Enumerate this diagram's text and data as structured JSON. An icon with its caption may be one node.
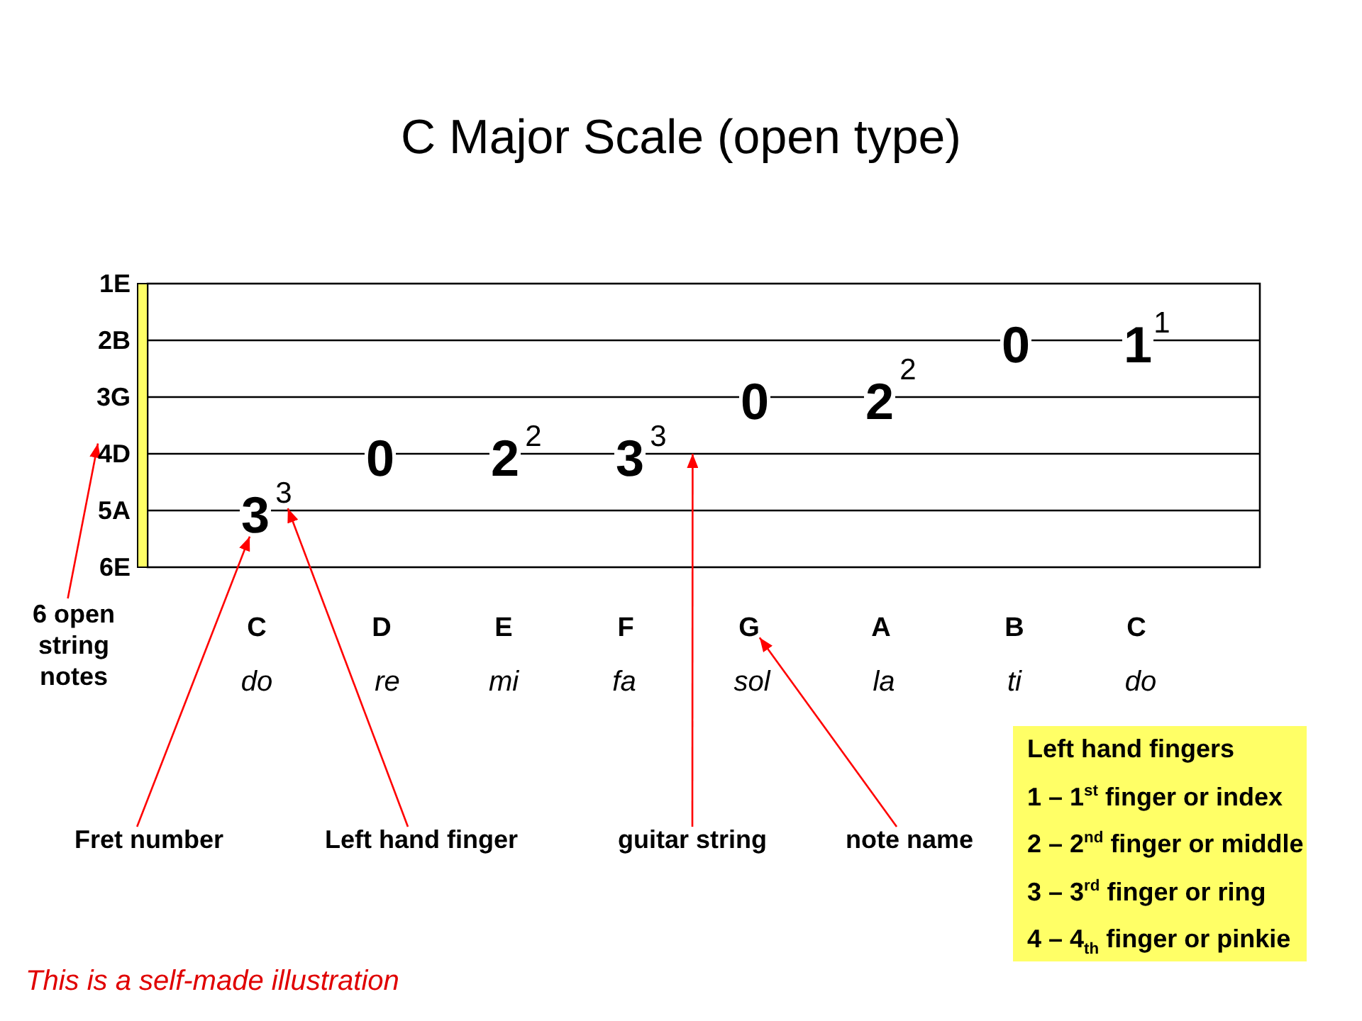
{
  "diagram": {
    "title": "C Major Scale (open type)",
    "nodes": [
      {
        "text": [
          "4D"
        ]
      },
      {
        "text": [],
        "shape": "line"
      },
      {
        "text": [
          "3"
        ]
      },
      {
        "text": [
          "3"
        ]
      },
      {
        "text": [
          "6 open string notes"
        ]
      },
      {
        "text": [
          "G"
        ]
      },
      {
        "text": [
          "Fret number"
        ]
      },
      {
        "text": [
          "Left hand finger"
        ]
      },
      {
        "text": [
          "guitar string"
        ]
      },
      {
        "text": [
          "note name"
        ]
      },
      {
        "text": [
          "Left hand fingers",
          "1 – 1$^{st}$ finger or index",
          "2 – 2$^{nd}$ finger or middle",
          "3 – 3$^{rd}$ finger or ring",
          "4 – 4$_{th}$ finger or pinkie"
        ]
      }
    ],
    "edges": [
      {
        "from": 4,
        "to": 0,
        "arrow": "to"
      },
      {
        "from": 6,
        "to": 2,
        "arrow": "to"
      },
      {
        "from": 7,
        "to": 3,
        "arrow": "to"
      },
      {
        "from": 8,
        "to": 1,
        "arrow": "to"
      },
      {
        "from": 9,
        "to": 5,
        "arrow": "to"
      }
    ],
    "labels": [
      "1E",
      "2B",
      "3G",
      "5A",
      "6E",
      "0",
      "2",
      "2",
      "3",
      "3",
      "0",
      "2",
      "2",
      "0",
      "1",
      "1",
      "C",
      "D",
      "E",
      "F",
      "A",
      "B",
      "C",
      "do",
      "re",
      "mi",
      "fa",
      "sol",
      "la",
      "ti",
      "do",
      "This is a self-made illustration"
    ]
  }
}
